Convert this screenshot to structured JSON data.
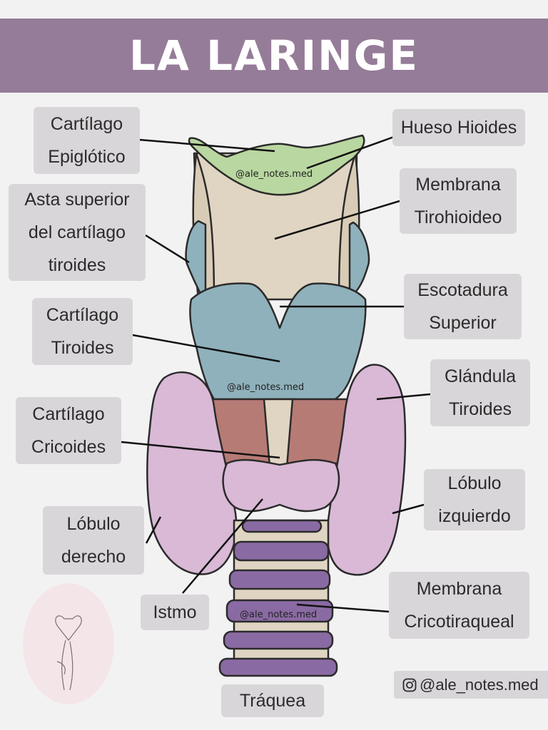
{
  "title": "LA LARINGE",
  "labels": {
    "epiglotico": [
      "Cartílago",
      "Epiglótico"
    ],
    "hioides": [
      "Hueso Hioides"
    ],
    "asta": [
      "Asta superior",
      "del cartílago",
      "tiroides"
    ],
    "membrana_tirohioideo": [
      "Membrana",
      "Tirohioideo"
    ],
    "escotadura": [
      "Escotadura",
      "Superior"
    ],
    "tiroides_cart": [
      "Cartílago",
      "Tiroides"
    ],
    "glandula": [
      "Glándula",
      "Tiroides"
    ],
    "cricoides": [
      "Cartílago",
      "Cricoides"
    ],
    "lobulo_izq": [
      "Lóbulo",
      "izquierdo"
    ],
    "lobulo_der": [
      "Lóbulo",
      "derecho"
    ],
    "istmo": [
      "Istmo"
    ],
    "membrana_crico": [
      "Membrana",
      "Cricotiraqueal"
    ],
    "traquea": [
      "Tráquea"
    ]
  },
  "watermark": "@ale_notes.med",
  "handle": "@ale_notes.med",
  "icons": [
    "instagram-icon",
    "heart-logo-icon"
  ],
  "colors": {
    "title_bar": "#957c98",
    "label_bg": "#d9d6d9",
    "hyoid": "#b9d7a0",
    "thyroid_cartilage": "#8fb1bb",
    "membrane": "#e0d5c2",
    "muscle": "#b77b76",
    "gland": "#d9b9d6",
    "trachea_ring": "#8a6aa3"
  }
}
